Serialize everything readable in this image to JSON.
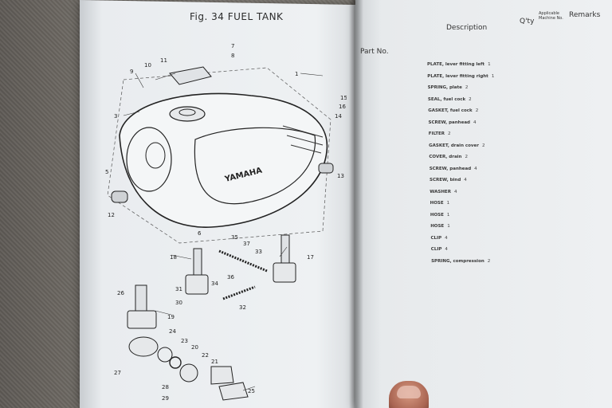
{
  "figure_title": "Fig. 34 FUEL TANK",
  "right_page": {
    "headers": {
      "part_no": "Part No.",
      "description": "Description",
      "qty": "Q'ty",
      "applicable": "Applicable Machine No.",
      "remarks": "Remarks"
    },
    "rows": [
      {
        "ref": "",
        "pn": "",
        "desc": "PLATE, lever fitting left",
        "qty": "1"
      },
      {
        "ref": "",
        "pn": "",
        "desc": "PLATE, lever fitting right",
        "qty": "1"
      },
      {
        "ref": "",
        "pn": "",
        "desc": "SPRING, plate",
        "qty": "2"
      },
      {
        "ref": "",
        "pn": "",
        "desc": "SEAL, fuel cock",
        "qty": "2"
      },
      {
        "ref": "",
        "pn": "",
        "desc": "GASKET, fuel cock",
        "qty": "2"
      },
      {
        "ref": "",
        "pn": "",
        "desc": "SCREW, panhead",
        "qty": "4"
      },
      {
        "ref": "",
        "pn": "",
        "desc": "FILTER",
        "qty": "2"
      },
      {
        "ref": "",
        "pn": "",
        "desc": "GASKET, drain cover",
        "qty": "2"
      },
      {
        "ref": "",
        "pn": "",
        "desc": "COVER, drain",
        "qty": "2"
      },
      {
        "ref": "",
        "pn": "",
        "desc": "SCREW, panhead",
        "qty": "4"
      },
      {
        "ref": "",
        "pn": "",
        "desc": "SCREW, bind",
        "qty": "4"
      },
      {
        "ref": "",
        "pn": "",
        "desc": "WASHER",
        "qty": "4"
      },
      {
        "ref": "",
        "pn": "",
        "desc": "HOSE",
        "qty": "1"
      },
      {
        "ref": "",
        "pn": "",
        "desc": "HOSE",
        "qty": "1"
      },
      {
        "ref": "",
        "pn": "",
        "desc": "HOSE",
        "qty": "1"
      },
      {
        "ref": "",
        "pn": "",
        "desc": "CLIP",
        "qty": "4"
      },
      {
        "ref": "",
        "pn": "",
        "desc": "CLIP",
        "qty": "4"
      },
      {
        "ref": "",
        "pn": "",
        "desc": "SPRING, compression",
        "qty": "2"
      }
    ]
  },
  "logo_text": "YAMAHA",
  "callouts": [
    "1",
    "3",
    "5",
    "6",
    "7",
    "8",
    "9",
    "10",
    "11",
    "12",
    "13",
    "14",
    "15",
    "16",
    "17",
    "18",
    "19",
    "20",
    "21",
    "22",
    "23",
    "24",
    "25",
    "26",
    "27",
    "28",
    "29",
    "30",
    "31",
    "32",
    "33",
    "34",
    "35",
    "36",
    "37"
  ],
  "colors": {
    "paper": "#eef1f3",
    "ink": "#2b2b2b",
    "fabric": "#6f6a63"
  }
}
